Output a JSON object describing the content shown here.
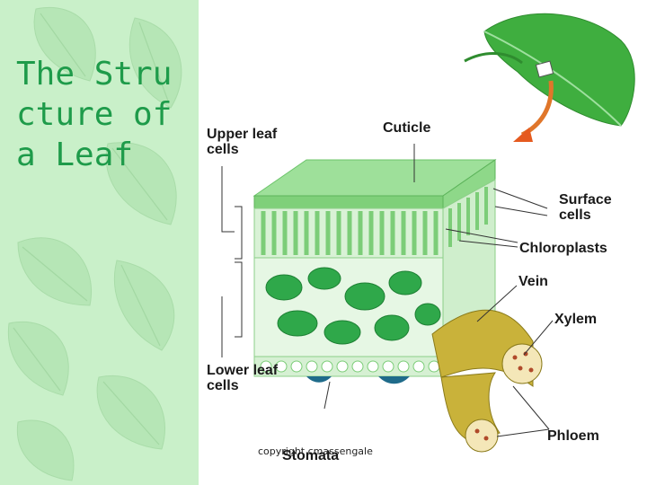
{
  "title": "The Structure of a Leaf",
  "diagram": {
    "labels": {
      "upper_leaf_cells": "Upper leaf cells",
      "cuticle": "Cuticle",
      "surface_cells": "Surface cells",
      "chloroplasts": "Chloroplasts",
      "vein": "Vein",
      "xylem": "Xylem",
      "lower_leaf_cells": "Lower leaf cells",
      "stomata": "Stomata",
      "phloem": "Phloem"
    },
    "copyright": "copyright cmassengale"
  },
  "colors": {
    "background": "#c9f0c9",
    "title": "#1e9b4a",
    "panel": "#ffffff"
  }
}
